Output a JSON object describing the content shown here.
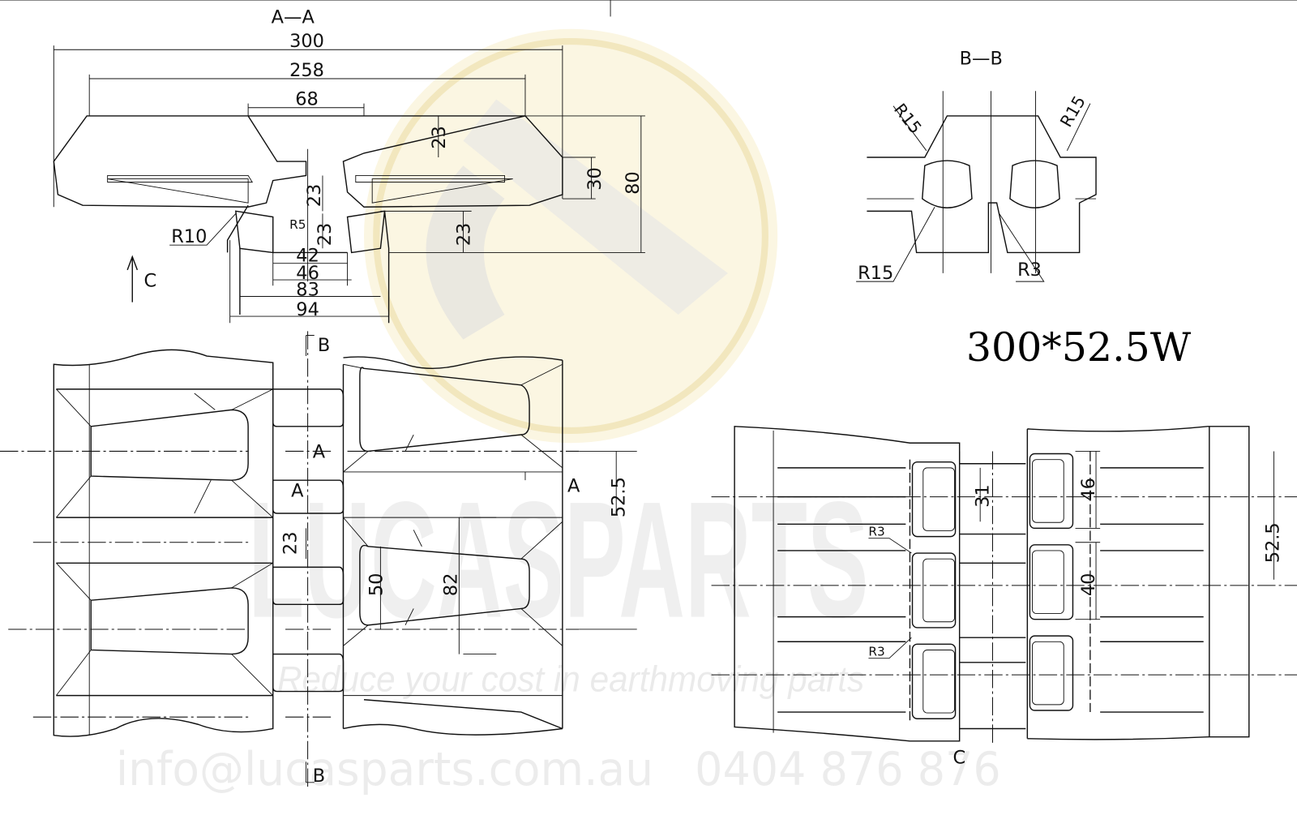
{
  "section_aa": {
    "title": "A—A",
    "dims": {
      "overall_width": "300",
      "width_258": "258",
      "width_68": "68",
      "h23_top": "23",
      "h30": "30",
      "h80": "80",
      "h23_mid": "23",
      "h23_lug": "23",
      "h23_right": "23",
      "r5": "R5",
      "r10": "R10",
      "w42": "42",
      "w46": "46",
      "w83": "83",
      "w94": "94"
    },
    "view_arrow_label": "C"
  },
  "section_bb": {
    "title": "B—B",
    "labels": {
      "r15_left": "R15",
      "r15_right": "R15",
      "r15_bottom": "R15",
      "r3": "R3"
    }
  },
  "model_label": "300*52.5W",
  "plan_view": {
    "section_b_top": "B",
    "section_b_bottom": "B",
    "section_a_mid": "A",
    "section_a_left": "A",
    "section_a_right": "A",
    "pitch": "52.5",
    "gap_23": "23",
    "w50": "50",
    "h82": "82"
  },
  "view_c": {
    "title": "C",
    "d31": "31",
    "d46": "46",
    "d40": "40",
    "r3_top": "R3",
    "r3_bottom": "R3",
    "pitch": "52.5"
  },
  "watermark": {
    "brand": "LUCASPARTS",
    "tagline": "Reduce your cost in earthmoving parts",
    "email": "info@lucasparts.com.au",
    "phone": "0404 876 876",
    "logo_color": "#f5e6b0"
  }
}
